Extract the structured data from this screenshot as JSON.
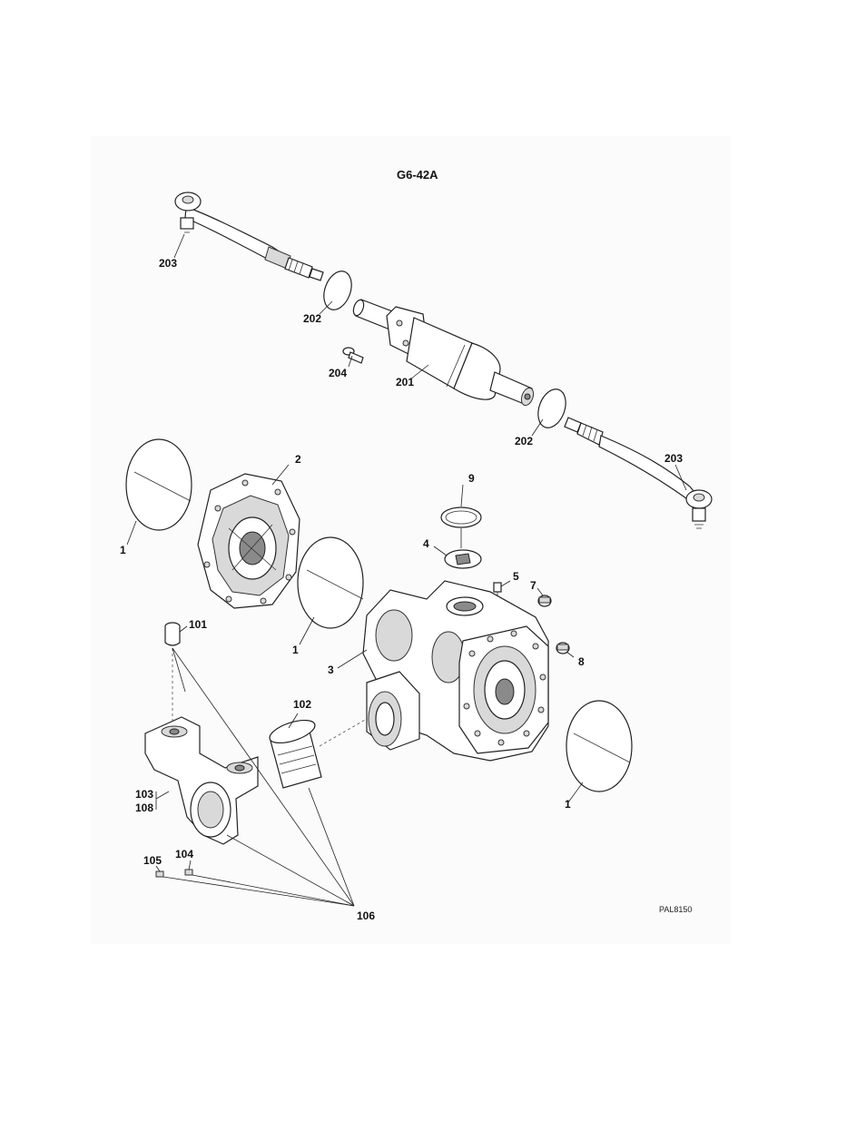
{
  "diagram": {
    "title": "G6-42A",
    "drawing_code": "PAL8150",
    "callouts": [
      {
        "id": "c203a",
        "label": "203"
      },
      {
        "id": "c202a",
        "label": "202"
      },
      {
        "id": "c204",
        "label": "204"
      },
      {
        "id": "c201",
        "label": "201"
      },
      {
        "id": "c202b",
        "label": "202"
      },
      {
        "id": "c203b",
        "label": "203"
      },
      {
        "id": "c2",
        "label": "2"
      },
      {
        "id": "c1a",
        "label": "1"
      },
      {
        "id": "c9",
        "label": "9"
      },
      {
        "id": "c4",
        "label": "4"
      },
      {
        "id": "c5",
        "label": "5"
      },
      {
        "id": "c7",
        "label": "7"
      },
      {
        "id": "c101",
        "label": "101"
      },
      {
        "id": "c1b",
        "label": "1"
      },
      {
        "id": "c8",
        "label": "8"
      },
      {
        "id": "c3",
        "label": "3"
      },
      {
        "id": "c102",
        "label": "102"
      },
      {
        "id": "c103",
        "label": "103"
      },
      {
        "id": "c108",
        "label": "108"
      },
      {
        "id": "c1c",
        "label": "1"
      },
      {
        "id": "c104",
        "label": "104"
      },
      {
        "id": "c105",
        "label": "105"
      },
      {
        "id": "c106",
        "label": "106"
      }
    ]
  }
}
